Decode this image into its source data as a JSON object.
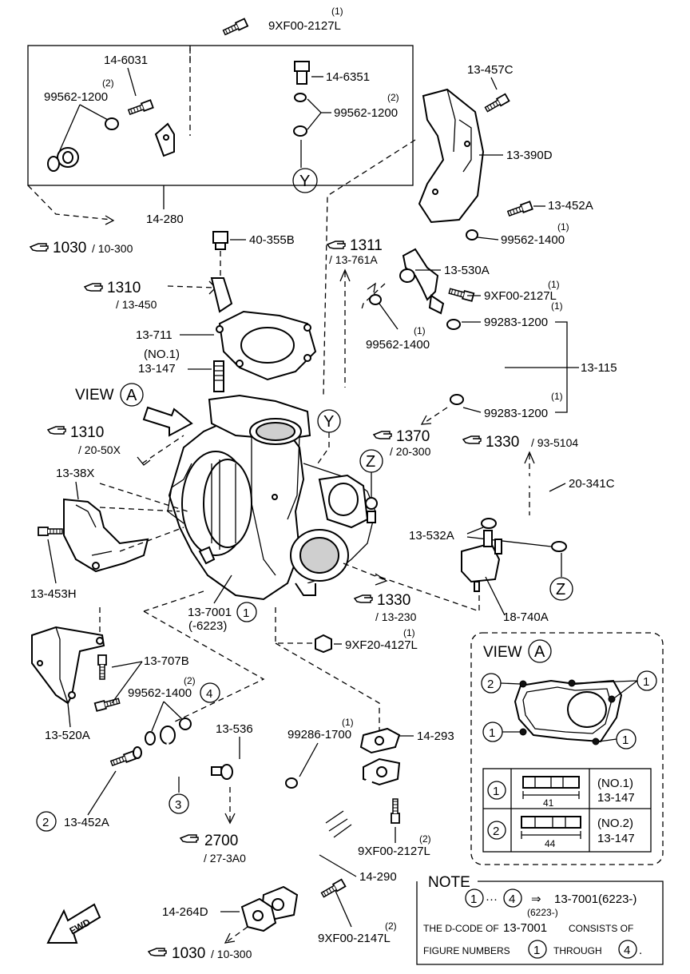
{
  "labels": {
    "top_bolt": "9XF00-2127L",
    "top_bolt_q": "(1)",
    "p14_6031": "14-6031",
    "p99562_1": "99562-1200",
    "p99562_1_q": "(2)",
    "p14_6351": "14-6351",
    "p99562_2": "99562-1200",
    "p99562_2_q": "(2)",
    "p14_280": "14-280",
    "y1": "Y",
    "p13_457c": "13-457C",
    "p13_390d": "13-390D",
    "p13_452a": "13-452A",
    "p99562_1400a": "99562-1400",
    "p99562_1400a_q": "(1)",
    "p40_355b": "40-355B",
    "p13_530a": "13-530A",
    "p9xf_2": "9XF00-2127L",
    "p9xf_2_q": "(1)",
    "p99283_a": "99283-1200",
    "p99283_a_q": "(1)",
    "p13_711": "13-711",
    "p99562_1400b": "99562-1400",
    "p99562_1400b_q": "(1)",
    "p13_115": "13-115",
    "no1": "(NO.1)",
    "p13_147": "13-147",
    "view": "VIEW",
    "viewA": "A",
    "p99283_b": "99283-1200",
    "p99283_b_q": "(1)",
    "y2": "Y",
    "z1": "Z",
    "p13_38x": "13-38X",
    "p20_341c": "20-341C",
    "p13_532a": "13-532A",
    "p13_453h": "13-453H",
    "z2": "Z",
    "p13_7001": "13-7001",
    "p13_7001_sub": "(-6223)",
    "c1": "1",
    "p18_740a": "18-740A",
    "p9xf20": "9XF20-4127L",
    "p9xf20_q": "(1)",
    "p13_707b": "13-707B",
    "p99562_1400c": "99562-1400",
    "p99562_1400c_q": "(2)",
    "c4": "4",
    "p13_520a": "13-520A",
    "p13_536": "13-536",
    "p99286": "99286-1700",
    "p99286_q": "(1)",
    "p14_293": "14-293",
    "c3": "3",
    "c2": "2",
    "p13_452a_b": "13-452A",
    "p9xf_3": "9XF00-2127L",
    "p9xf_3_q": "(2)",
    "p14_290": "14-290",
    "p14_264d": "14-264D",
    "p9xf_4": "9XF00-2147L",
    "p9xf_4_q": "(2)",
    "fwd": "FWD"
  },
  "refs": {
    "r1030a": "1030",
    "r1030a_sub": "/ 10-300",
    "r1311": "1311",
    "r1311_sub": "/ 13-761A",
    "r1310a": "1310",
    "r1310a_sub": "/ 13-450",
    "r1310b": "1310",
    "r1310b_sub": "/ 20-50X",
    "r1370": "1370",
    "r1370_sub": "/ 20-300",
    "r1330a": "1330",
    "r1330a_sub": "/ 93-5104",
    "r1330b": "1330",
    "r1330b_sub": "/ 13-230",
    "r2700": "2700",
    "r2700_sub": "/ 27-3A0",
    "r1030b": "1030",
    "r1030b_sub": "/ 10-300"
  },
  "view_box": {
    "title": "VIEW",
    "letter": "A",
    "c2a": "2",
    "c1a": "1",
    "c1b": "1",
    "c1c": "1",
    "rows": [
      {
        "num": "1",
        "dim": "41",
        "spec": "(NO.1)",
        "part": "13-147"
      },
      {
        "num": "2",
        "dim": "44",
        "spec": "(NO.2)",
        "part": "13-147"
      }
    ]
  },
  "note": {
    "title": "NOTE",
    "from": "1",
    "dots": "···",
    "to": "4",
    "arrow": "⇒",
    "target": "13-7001(6223-)",
    "target2": "(6223-)",
    "line2a": "THE D-CODE OF",
    "line2b": "13-7001",
    "line2c": "CONSISTS OF",
    "line3a": "FIGURE NUMBERS",
    "n1": "1",
    "line3b": "THROUGH",
    "n4": "4",
    "line3c": "."
  }
}
